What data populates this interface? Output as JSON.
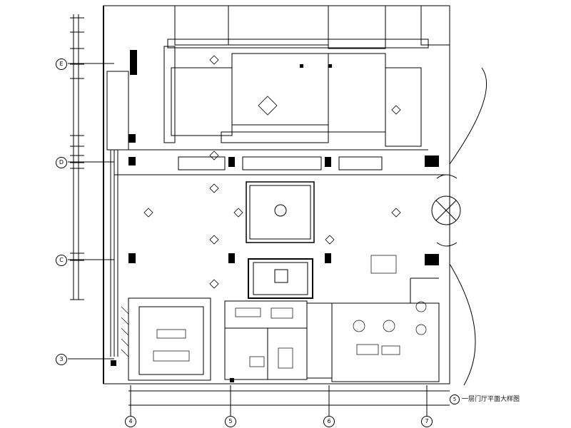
{
  "drawing": {
    "title": "一层门厅平面大样图",
    "title_number": "5",
    "axis_rows": [
      "E",
      "D",
      "C",
      "3"
    ],
    "axis_cols": [
      "4",
      "5",
      "6",
      "7"
    ]
  }
}
